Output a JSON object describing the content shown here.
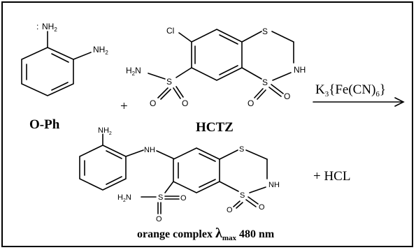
{
  "labels": {
    "oph": "O-Ph",
    "hctz": "HCTZ",
    "plus1": "+",
    "plus_hcl": "+ HCL",
    "reagent_main": "K",
    "reagent_sub3": "3",
    "reagent_mid": "{Fe(CN)",
    "reagent_sub6": "6",
    "reagent_end": "}",
    "complex_pre": "orange complex ",
    "lambda": "λ",
    "max": "max",
    "wavelength": " 480 nm"
  },
  "atoms": {
    "nh2": "NH",
    "two": "2",
    "cl": "Cl",
    "h2n": "H",
    "h2n_two": "2",
    "h2n_n": "N",
    "s": "S",
    "nh": "NH",
    "h": "H",
    "n": "N",
    "o": "O",
    "dots": ":"
  },
  "colors": {
    "ink": "#000000",
    "background": "#ffffff"
  }
}
